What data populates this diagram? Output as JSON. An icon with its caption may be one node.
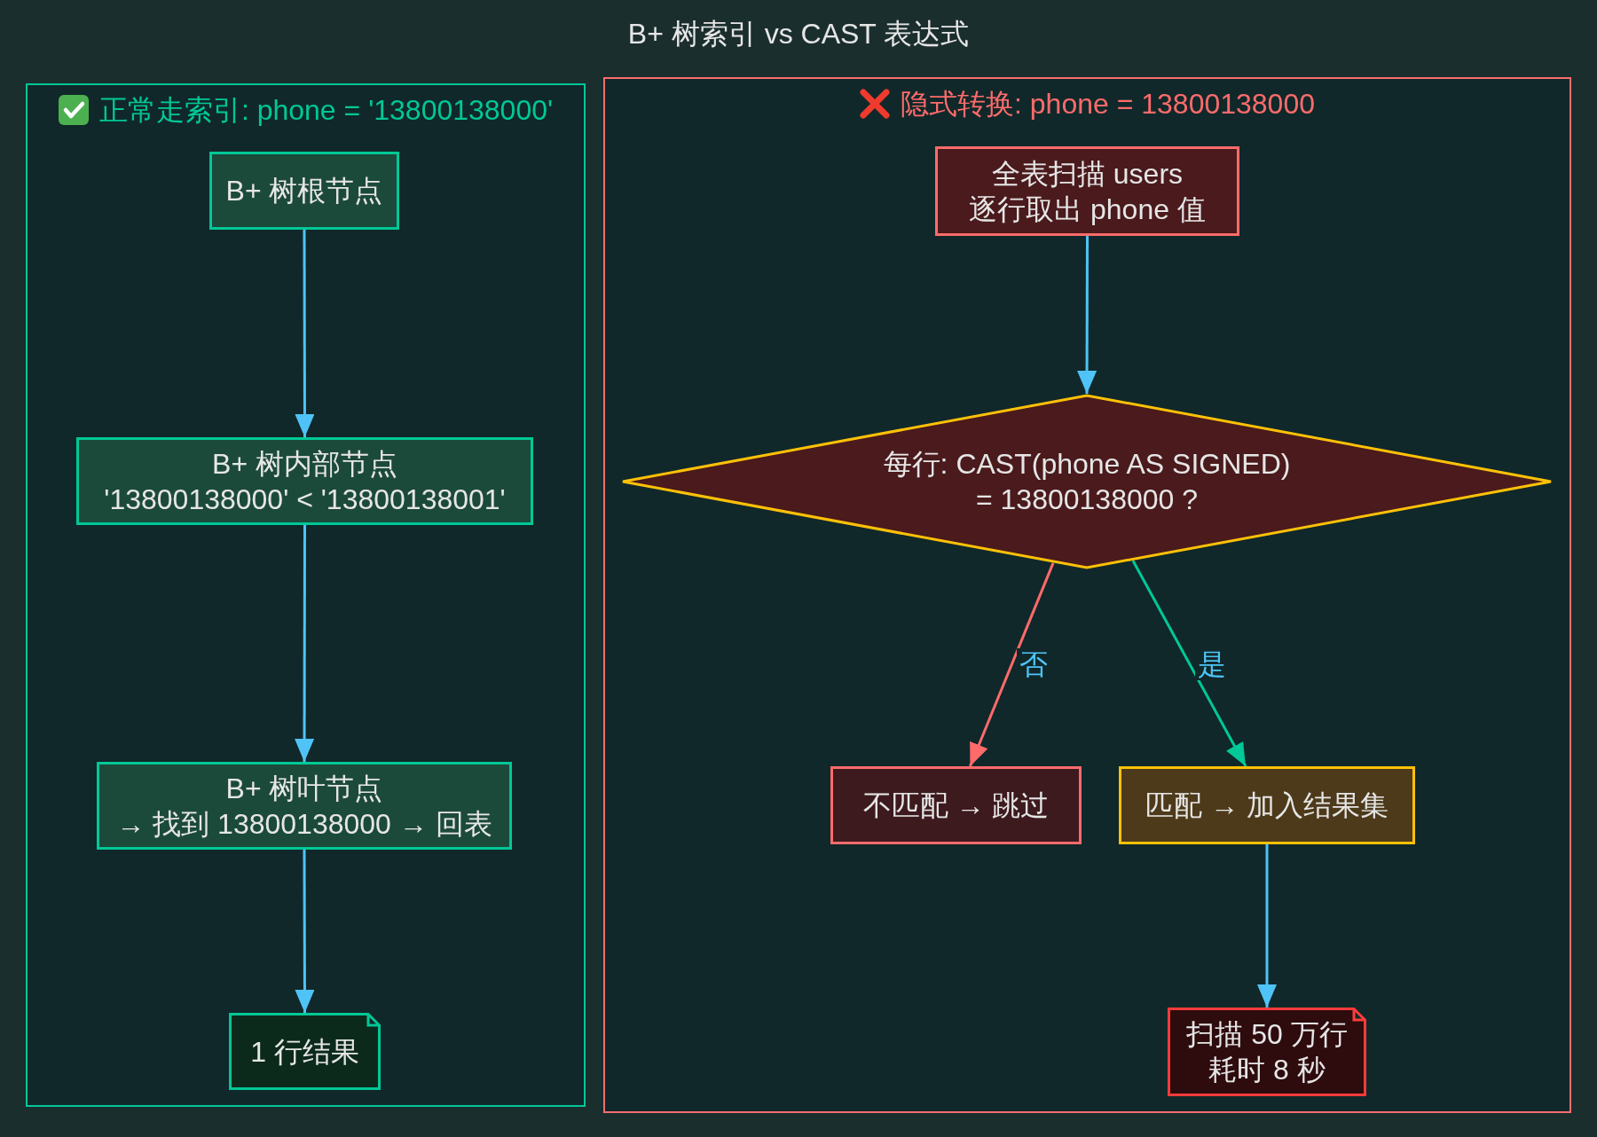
{
  "diagram": {
    "title": "B+ 树索引 vs CAST 表达式",
    "nodes": [
      {
        "text": [
          "正常走索引: phone = '13800138000'"
        ]
      },
      {
        "text": [
          "B+ 树根节点"
        ],
        "in": 0
      },
      {
        "text": [
          "B+ 树内部节点 '13800138000' < '13800138001'"
        ],
        "in": 0
      },
      {
        "text": [
          "B+ 树叶节点 → 找到 13800138000 → 回表"
        ],
        "in": 0
      },
      {
        "text": [
          "1 行结果"
        ],
        "in": 0
      },
      {
        "text": [
          "隐式转换: phone = 13800138000"
        ]
      },
      {
        "text": [
          "全表扫描 users 逐行取出 phone 值"
        ],
        "in": 5
      },
      {
        "text": [
          "每行: CAST(phone AS SIGNED) = 13800138000 ?"
        ],
        "in": 5
      },
      {
        "text": [
          "不匹配 → 跳过"
        ],
        "in": 5
      },
      {
        "text": [
          "匹配 → 加入结果集"
        ],
        "in": 5
      },
      {
        "text": [
          "扫描 50 万行耗时 8 秒"
        ],
        "in": 5
      }
    ],
    "edges": [
      {
        "from": 1,
        "to": 2,
        "arrow": "to"
      },
      {
        "from": 2,
        "to": 3,
        "arrow": "to"
      },
      {
        "from": 3,
        "to": 4,
        "arrow": "to"
      },
      {
        "from": 6,
        "to": 7,
        "arrow": "to"
      },
      {
        "from": 7,
        "to": 8,
        "arrow": "to",
        "label": "否",
        "color": "#ff6b6b"
      },
      {
        "from": 7,
        "to": 9,
        "arrow": "to",
        "label": "是",
        "color": "#00c896"
      },
      {
        "from": 9,
        "to": 10,
        "arrow": "to"
      }
    ]
  }
}
